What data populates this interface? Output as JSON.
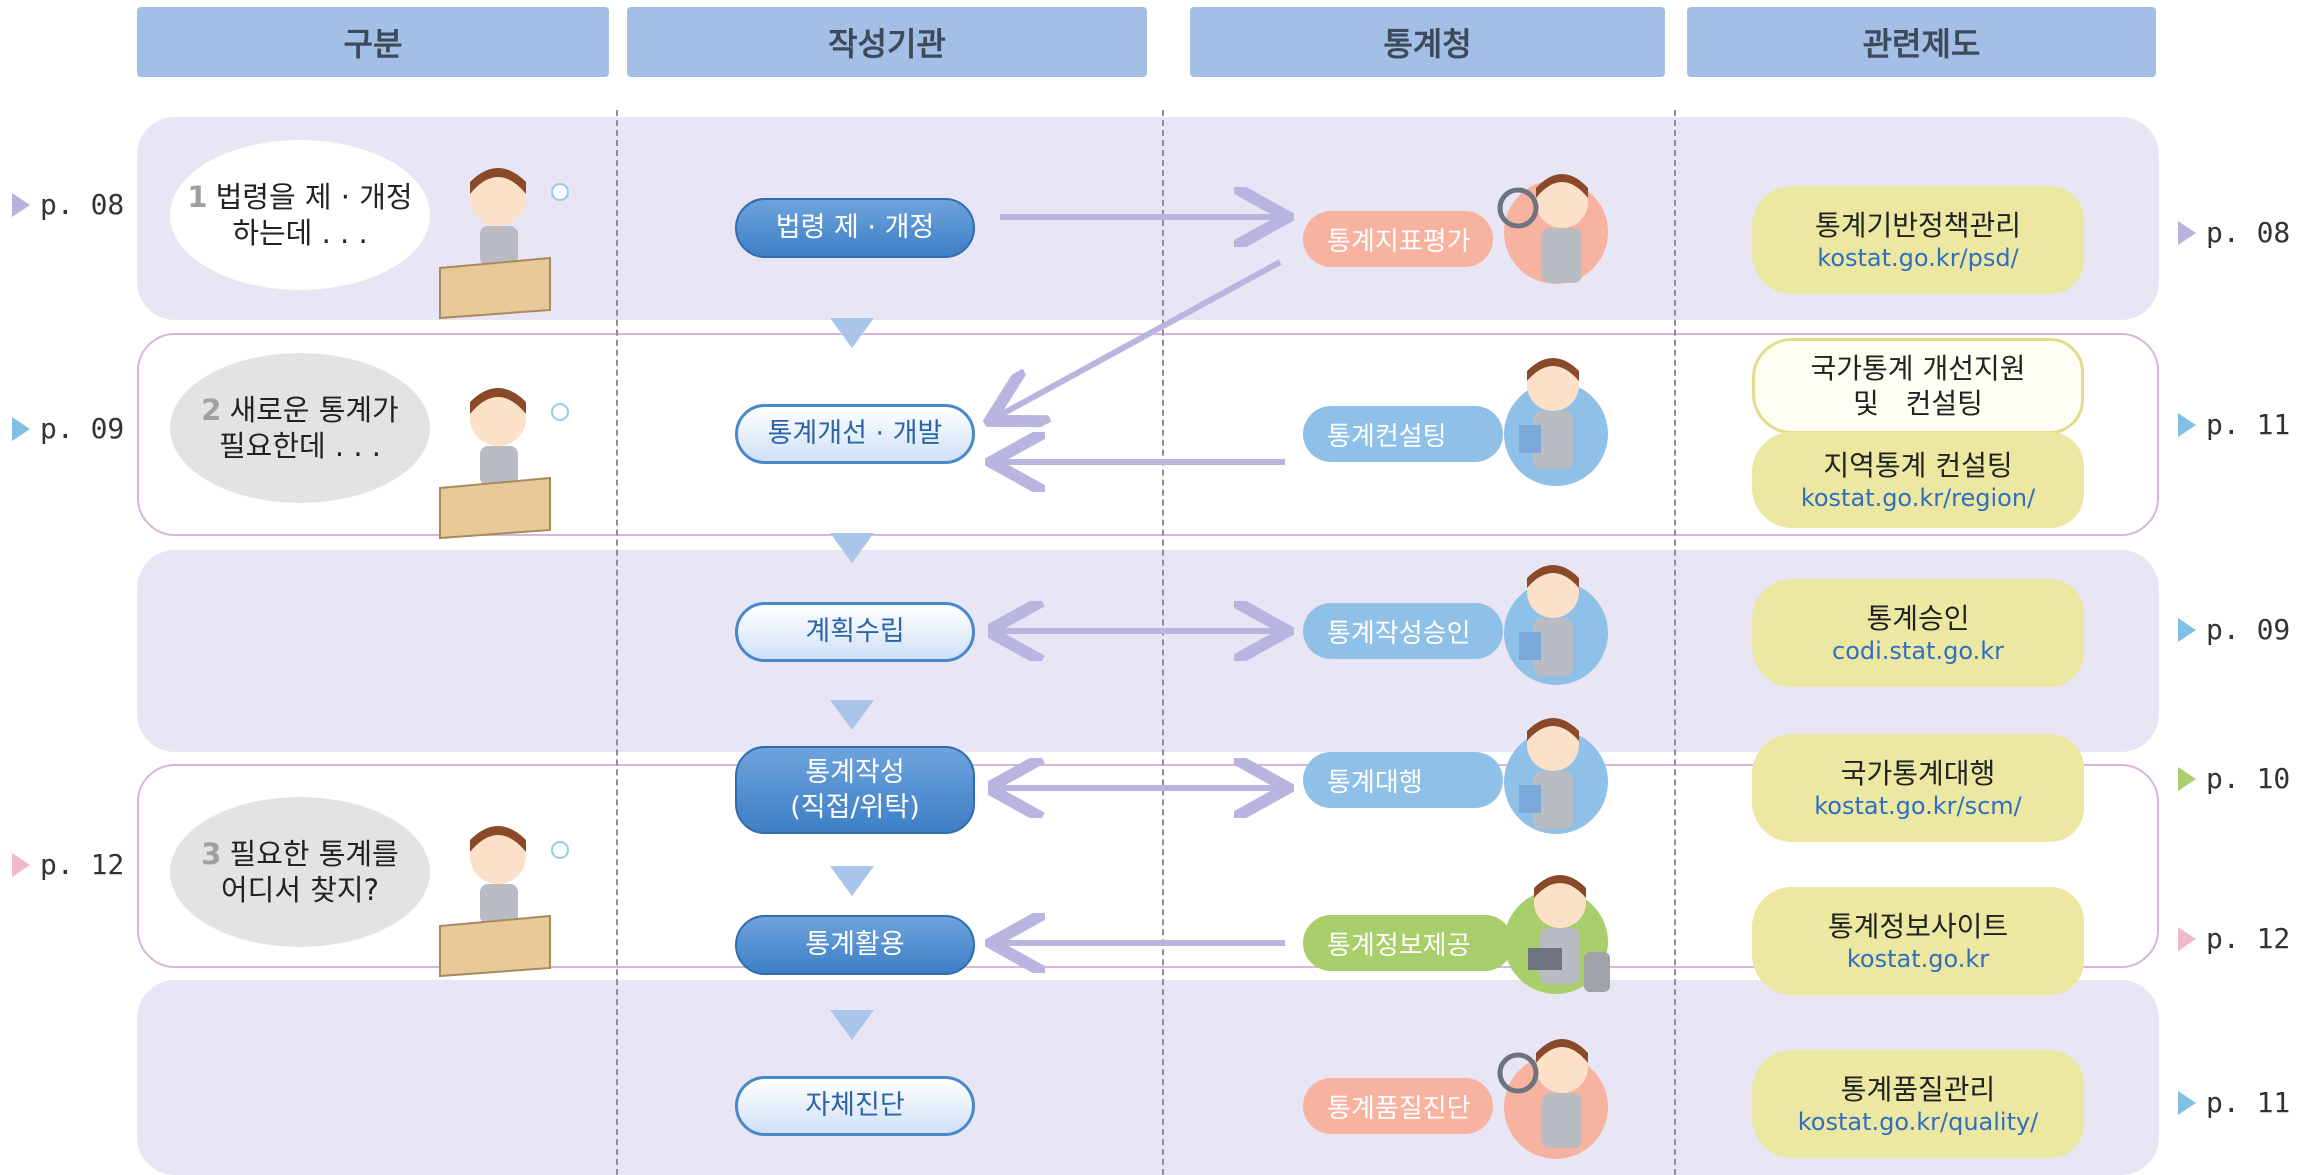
{
  "headers": {
    "col1": "구분",
    "col2": "작성기관",
    "col3": "통계청",
    "col4": "관련제도"
  },
  "questions": [
    {
      "num": "1",
      "line1": "법령을 제 · 개정",
      "line2": "하는데 . . ."
    },
    {
      "num": "2",
      "line1": "새로운 통계가",
      "line2": "필요한데 . . ."
    },
    {
      "num": "3",
      "line1": "필요한 통계를",
      "line2": "어디서 찾지?"
    }
  ],
  "agency_steps": [
    {
      "label": "법령 제 · 개정",
      "style": "solid"
    },
    {
      "label": "통계개선 · 개발",
      "style": "light"
    },
    {
      "label": "계획수립",
      "style": "light"
    },
    {
      "label": "통계작성\n(직접/위탁)",
      "style": "solid"
    },
    {
      "label": "통계활용",
      "style": "solid"
    },
    {
      "label": "자체진단",
      "style": "light"
    }
  ],
  "kostat_services": [
    {
      "label": "통계지표평가",
      "color": "#f7b3a0"
    },
    {
      "label": "통계컨설팅",
      "color": "#8fc0e8"
    },
    {
      "label": "통계작성승인",
      "color": "#8fc0e8"
    },
    {
      "label": "통계대행",
      "color": "#8fc0e8"
    },
    {
      "label": "통계정보제공",
      "color": "#a9cf6c"
    },
    {
      "label": "통계품질진단",
      "color": "#f7b3a0"
    }
  ],
  "related_systems": [
    {
      "title": "통계기반정책관리",
      "url": "kostat.go.kr/psd/"
    },
    {
      "title": "국가통계 개선지원\n및   컨설팅",
      "url": ""
    },
    {
      "title": "지역통계 컨설팅",
      "url": "kostat.go.kr/region/"
    },
    {
      "title": "통계승인",
      "url": "codi.stat.go.kr"
    },
    {
      "title": "국가통계대행",
      "url": "kostat.go.kr/scm/"
    },
    {
      "title": "통계정보사이트",
      "url": "kostat.go.kr"
    },
    {
      "title": "통계품질관리",
      "url": "kostat.go.kr/quality/"
    }
  ],
  "left_refs": [
    "p. 08",
    "p. 09",
    "p. 12"
  ],
  "right_refs": [
    "p. 08",
    "p. 11",
    "p. 09",
    "p. 10",
    "p. 12",
    "p. 11"
  ],
  "colors": {
    "header": "#a3bfe6",
    "band_fill": "#e8e6f4",
    "band_outline": "#d7b6da",
    "arrow": "#b8b6e0",
    "related_box": "#ece7a1",
    "url": "#2f6fc0"
  }
}
